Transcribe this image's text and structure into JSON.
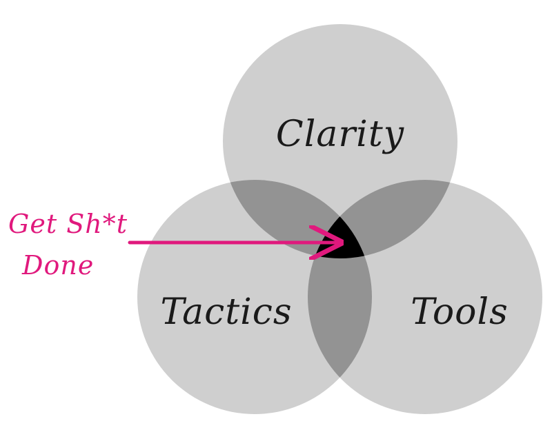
{
  "diagram": {
    "circles": [
      {
        "id": "clarity",
        "label": "Clarity"
      },
      {
        "id": "tactics",
        "label": "Tactics"
      },
      {
        "id": "tools",
        "label": "Tools"
      }
    ],
    "callout": {
      "line1": "Get Sh*t",
      "line2": "Done"
    },
    "colors": {
      "circle_fill": "#cfcfcf",
      "pair_overlap": "#939393",
      "triple_overlap": "#000000",
      "accent": "#e0197d"
    }
  }
}
